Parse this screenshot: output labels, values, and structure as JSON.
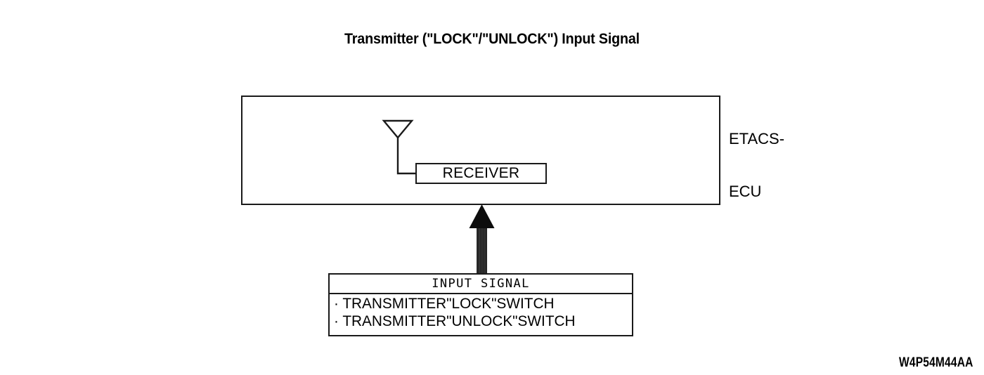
{
  "diagram": {
    "title": "Transmitter (\"LOCK\"/\"UNLOCK\") Input Signal",
    "doc_code": "W4P54M44AA",
    "ecu": {
      "label": "ETACS-\nECU",
      "label_line1": "ETACS-",
      "label_line2": "ECU",
      "receiver_label": "RECEIVER",
      "antenna_icon": "antenna-icon"
    },
    "arrow": {
      "icon": "up-arrow-icon",
      "direction": "up",
      "style": "striped-shaft-solid-head"
    },
    "input_signal": {
      "header": "INPUT SIGNAL",
      "items": [
        "· TRANSMITTER\"LOCK\"SWITCH",
        "· TRANSMITTER\"UNLOCK\"SWITCH"
      ]
    },
    "colors": {
      "line": "#1a1a1a",
      "background": "#ffffff",
      "text": "#000000"
    }
  }
}
